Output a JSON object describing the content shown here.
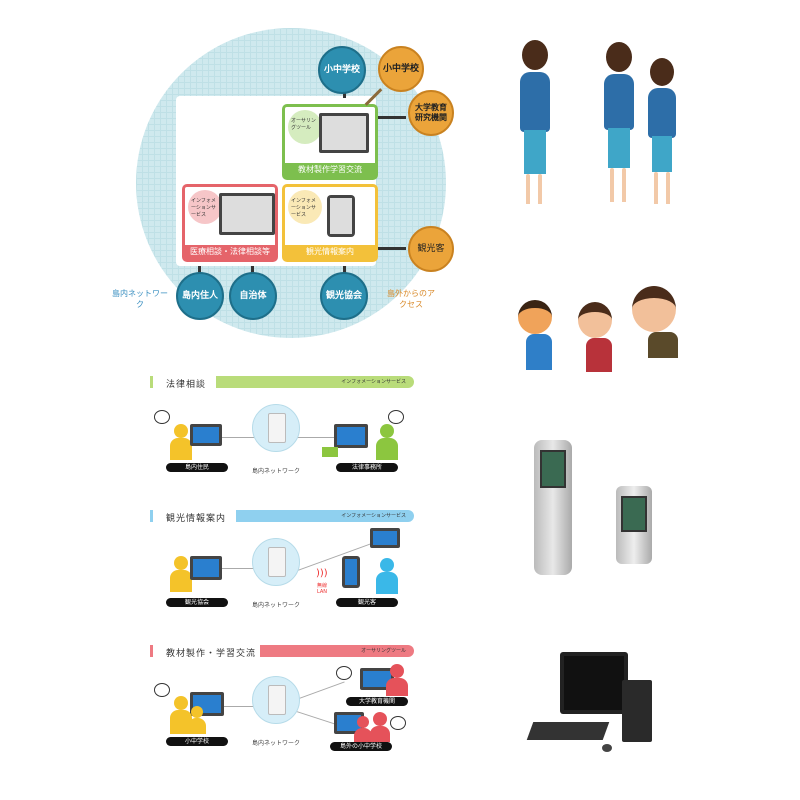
{
  "overview": {
    "panels": {
      "authoring": {
        "bubble": "オーサリングツール",
        "caption": "教材製作学習交流",
        "color": "#7dbf4e"
      },
      "medical": {
        "bubble": "インフォメーションサービス",
        "caption": "医療相談・法律相談等",
        "color": "#e5646a"
      },
      "tourism": {
        "bubble": "インフォメーションサービス",
        "caption": "観光情報案内",
        "color": "#f3c13a"
      }
    },
    "inner_nodes": [
      "小中学校",
      "島内住人",
      "自治体",
      "観光協会"
    ],
    "outer_nodes": [
      "小中学校",
      "大学教育研究機関",
      "観光客"
    ],
    "inner_label": "島内ネットワーク",
    "outer_label": "島外からのアクセス"
  },
  "sections": [
    {
      "title": "法律相談",
      "service": "インフォメーションサービス",
      "color": "#b9dc7a",
      "left_tag": "島内住民",
      "network": "島内ネットワーク",
      "right_tags": [
        "法律事務所"
      ]
    },
    {
      "title": "観光情報案内",
      "service": "インフォメーションサービス",
      "color": "#8fd0ef",
      "left_tag": "観光協会",
      "network": "島内ネットワーク",
      "wireless": "無線LAN",
      "right_tags": [
        "観光客"
      ]
    },
    {
      "title": "教材製作・学習交流",
      "service": "オーサリングツール",
      "color": "#ee7a82",
      "left_tag": "小中学校",
      "network": "島内ネットワーク",
      "right_tags": [
        "大学教育機関",
        "島外の小中学校"
      ]
    }
  ]
}
